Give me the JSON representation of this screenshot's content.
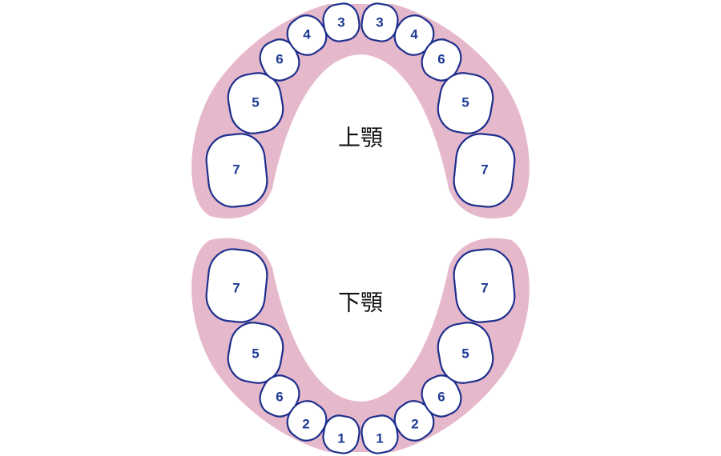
{
  "colors": {
    "gum": "#e6b8cb",
    "tooth_outline": "#1d2f8c",
    "tooth_number": "#1d3a94",
    "label": "#111111"
  },
  "upper_jaw": {
    "label": "上顎",
    "teeth": [
      "7",
      "5",
      "6",
      "4",
      "3",
      "3",
      "4",
      "6",
      "5",
      "7"
    ]
  },
  "lower_jaw": {
    "label": "下顎",
    "teeth": [
      "7",
      "5",
      "6",
      "2",
      "1",
      "1",
      "2",
      "6",
      "5",
      "7"
    ]
  }
}
